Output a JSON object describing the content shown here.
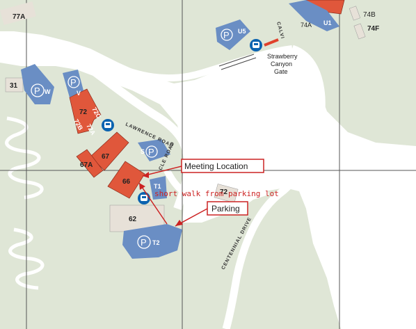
{
  "map": {
    "buildings": {
      "b77a": "77A",
      "b31": "31",
      "b72": "72",
      "b72c": "72C",
      "b72b": "72B",
      "b72a": "72A",
      "b67a": "67A",
      "b67": "67",
      "b66": "66",
      "b62": "62",
      "b72e": "72",
      "b74a": "74A",
      "b74b": "74B",
      "b74f": "74F"
    },
    "parking": {
      "symbol": "P",
      "w": "W",
      "v": "V",
      "s": "S",
      "t1": "T1",
      "t2": "T2",
      "u5": "U5",
      "u1": "U1"
    },
    "roads": {
      "lawrence": "LAWRENCE ROAD",
      "cyclotron": "CLE ROAD",
      "centennial": "CENTENNIAL DRIVE",
      "calvin": "CALVI"
    },
    "gate": {
      "line1": "Strawberry",
      "line2": "Canyon",
      "line3": "Gate"
    },
    "annotations": {
      "meeting": "Meeting Location",
      "parking": "Parking",
      "walk": "short walk from parking lot"
    },
    "colors": {
      "land": "#dfe6d6",
      "road": "#ffffff",
      "building": "#e0573b",
      "building_gray": "#e7e1d8",
      "parking": "#6a8ec4",
      "bus": "#0b63b0",
      "annotation": "#cc2222",
      "grid": "#555555"
    }
  }
}
